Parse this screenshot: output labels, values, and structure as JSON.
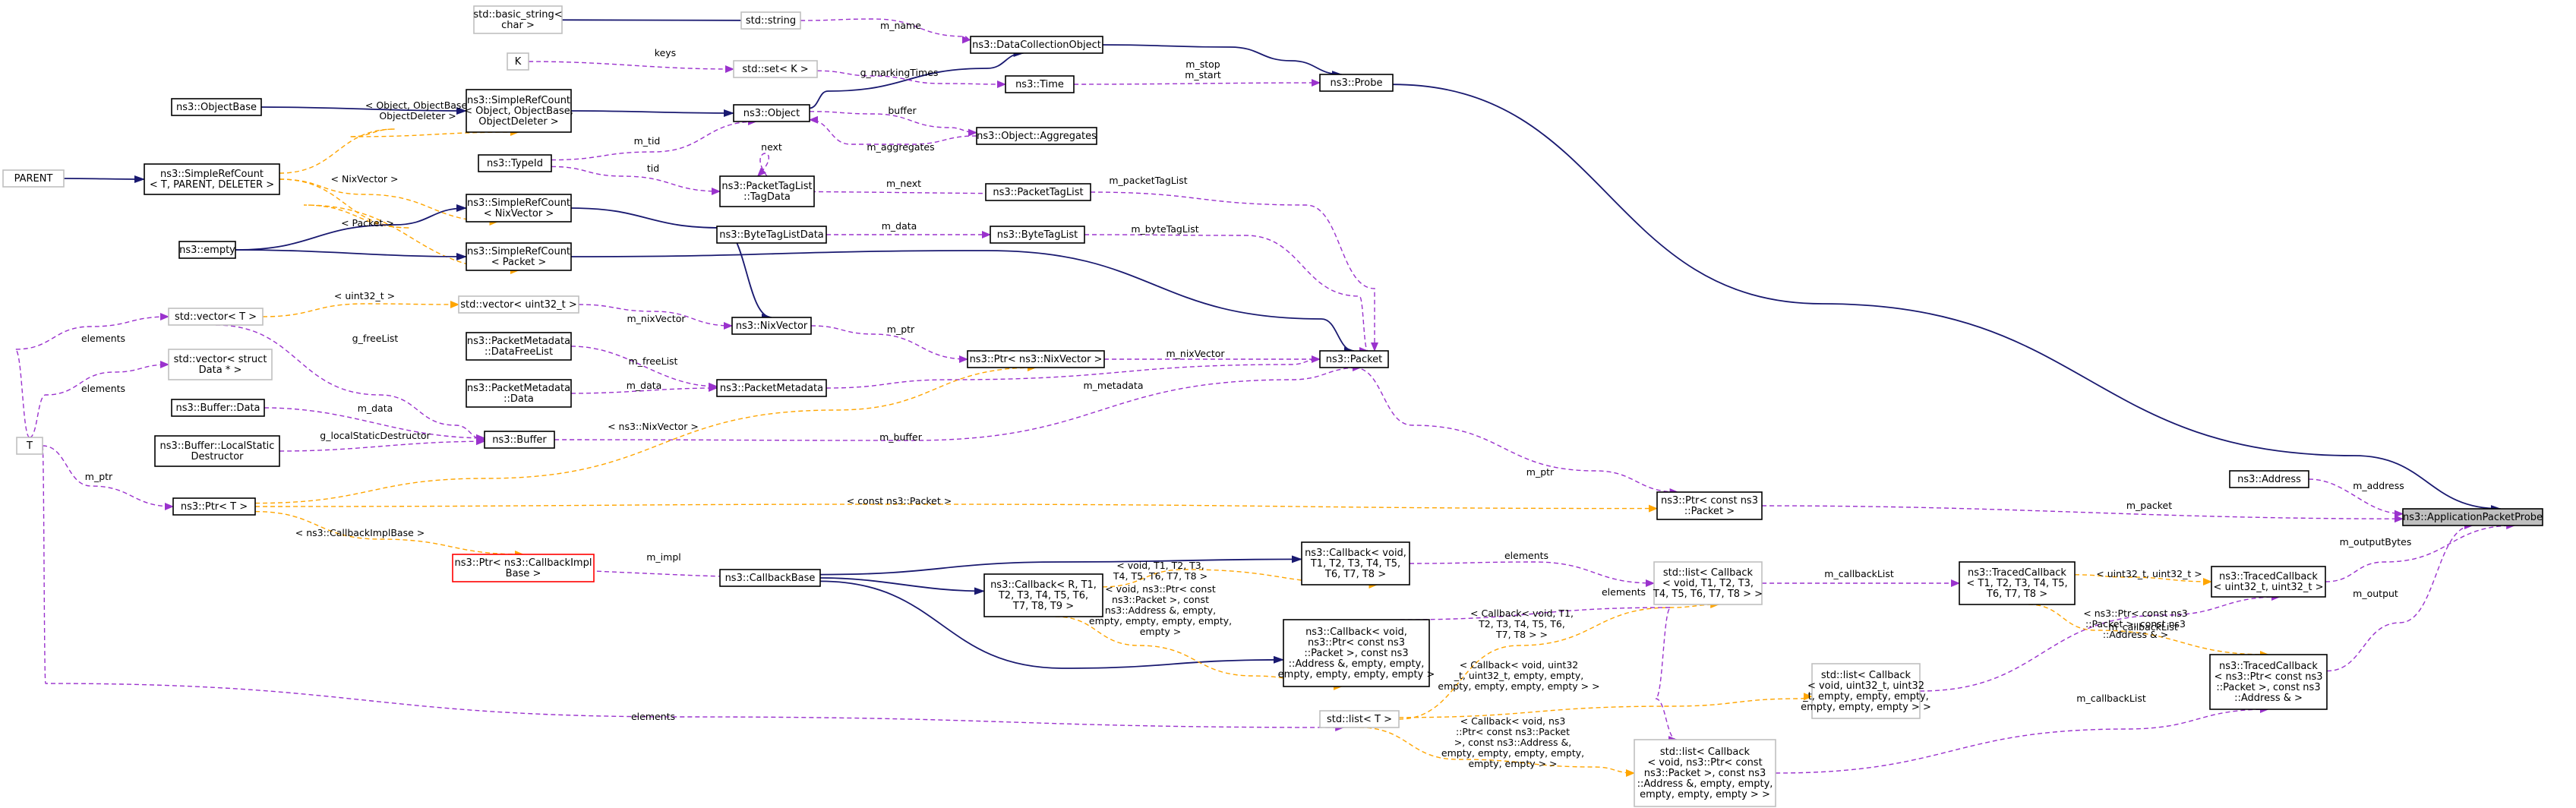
{
  "colors": {
    "inherit": "#191970",
    "usage": "#9a32cd",
    "template": "#ffa500",
    "box_black": "#000000",
    "box_gray": "#bfbfbf",
    "box_red": "#ff0000",
    "highlight_fill": "#bfbfbf"
  },
  "nodes": [
    {
      "id": "basic_string",
      "lines": [
        "std::basic_string<",
        "char >"
      ],
      "style": "gray"
    },
    {
      "id": "std_string",
      "lines": [
        "std::string"
      ],
      "style": "gray"
    },
    {
      "id": "DataCollectionObject",
      "lines": [
        "ns3::DataCollectionObject"
      ],
      "style": "black"
    },
    {
      "id": "K",
      "lines": [
        "K"
      ],
      "style": "gray"
    },
    {
      "id": "set_K",
      "lines": [
        "std::set< K >"
      ],
      "style": "gray"
    },
    {
      "id": "Time",
      "lines": [
        "ns3::Time"
      ],
      "style": "black"
    },
    {
      "id": "Probe",
      "lines": [
        "ns3::Probe"
      ],
      "style": "black"
    },
    {
      "id": "ObjectBase",
      "lines": [
        "ns3::ObjectBase"
      ],
      "style": "black"
    },
    {
      "id": "SRC_Object",
      "lines": [
        "ns3::SimpleRefCount",
        "< Object, ObjectBase,",
        "ObjectDeleter >"
      ],
      "style": "black"
    },
    {
      "id": "Object",
      "lines": [
        "ns3::Object"
      ],
      "style": "black"
    },
    {
      "id": "Aggregates",
      "lines": [
        "ns3::Object::Aggregates"
      ],
      "style": "black"
    },
    {
      "id": "PARENT",
      "lines": [
        "PARENT"
      ],
      "style": "gray"
    },
    {
      "id": "SRC_T",
      "lines": [
        "ns3::SimpleRefCount",
        "< T, PARENT, DELETER >"
      ],
      "style": "black"
    },
    {
      "id": "TypeId",
      "lines": [
        "ns3::TypeId"
      ],
      "style": "black"
    },
    {
      "id": "TagData",
      "lines": [
        "ns3::PacketTagList",
        "::TagData"
      ],
      "style": "black"
    },
    {
      "id": "PacketTagList",
      "lines": [
        "ns3::PacketTagList"
      ],
      "style": "black"
    },
    {
      "id": "SRC_NixVector",
      "lines": [
        "ns3::SimpleRefCount",
        "< NixVector >"
      ],
      "style": "black"
    },
    {
      "id": "empty",
      "lines": [
        "ns3::empty"
      ],
      "style": "black"
    },
    {
      "id": "SRC_Packet",
      "lines": [
        "ns3::SimpleRefCount",
        "< Packet >"
      ],
      "style": "black"
    },
    {
      "id": "ByteTagListData",
      "lines": [
        "ns3::ByteTagListData"
      ],
      "style": "black"
    },
    {
      "id": "ByteTagList",
      "lines": [
        "ns3::ByteTagList"
      ],
      "style": "black"
    },
    {
      "id": "vector_T",
      "lines": [
        "std::vector< T >"
      ],
      "style": "gray"
    },
    {
      "id": "vector_uint32",
      "lines": [
        "std::vector< uint32_t >"
      ],
      "style": "gray"
    },
    {
      "id": "NixVector",
      "lines": [
        "ns3::NixVector"
      ],
      "style": "black"
    },
    {
      "id": "vector_struct",
      "lines": [
        "std::vector< struct",
        "Data * >"
      ],
      "style": "gray"
    },
    {
      "id": "DataFreeList",
      "lines": [
        "ns3::PacketMetadata",
        "::DataFreeList"
      ],
      "style": "black"
    },
    {
      "id": "Ptr_NixVector",
      "lines": [
        "ns3::Ptr< ns3::NixVector >"
      ],
      "style": "black"
    },
    {
      "id": "Packet",
      "lines": [
        "ns3::Packet"
      ],
      "style": "black"
    },
    {
      "id": "PM_Data",
      "lines": [
        "ns3::PacketMetadata",
        "::Data"
      ],
      "style": "black"
    },
    {
      "id": "PacketMetadata",
      "lines": [
        "ns3::PacketMetadata"
      ],
      "style": "black"
    },
    {
      "id": "T",
      "lines": [
        "T"
      ],
      "style": "gray"
    },
    {
      "id": "Buffer_Data",
      "lines": [
        "ns3::Buffer::Data"
      ],
      "style": "black"
    },
    {
      "id": "LocalStatic",
      "lines": [
        "ns3::Buffer::LocalStatic",
        "Destructor"
      ],
      "style": "black"
    },
    {
      "id": "Buffer",
      "lines": [
        "ns3::Buffer"
      ],
      "style": "black"
    },
    {
      "id": "Ptr_T",
      "lines": [
        "ns3::Ptr< T >"
      ],
      "style": "black"
    },
    {
      "id": "Ptr_const_Packet",
      "lines": [
        "ns3::Ptr< const ns3",
        "::Packet >"
      ],
      "style": "black"
    },
    {
      "id": "Address",
      "lines": [
        "ns3::Address"
      ],
      "style": "black"
    },
    {
      "id": "AppPacketProbe",
      "lines": [
        "ns3::ApplicationPacketProbe"
      ],
      "style": "highlight"
    },
    {
      "id": "Ptr_CallbackImpl",
      "lines": [
        "ns3::Ptr< ns3::CallbackImpl",
        "Base >"
      ],
      "style": "red"
    },
    {
      "id": "CallbackBase",
      "lines": [
        "ns3::CallbackBase"
      ],
      "style": "black"
    },
    {
      "id": "Callback_void_T",
      "lines": [
        "ns3::Callback< void,",
        "T1, T2, T3, T4, T5,",
        "T6, T7, T8 >"
      ],
      "style": "black"
    },
    {
      "id": "Callback_R_T",
      "lines": [
        "ns3::Callback< R, T1,",
        "T2, T3, T4, T5, T6,",
        "T7, T8, T9 >"
      ],
      "style": "black"
    },
    {
      "id": "Callback_void_Packet",
      "lines": [
        "ns3::Callback< void,",
        "ns3::Ptr< const ns3",
        "::Packet >, const ns3",
        "::Address &, empty, empty,",
        "empty, empty, empty, empty >"
      ],
      "style": "black"
    },
    {
      "id": "list_Callback_T",
      "lines": [
        "std::list< Callback",
        "< void, T1, T2, T3,",
        "T4, T5, T6, T7, T8 > >"
      ],
      "style": "gray"
    },
    {
      "id": "TracedCallback_T",
      "lines": [
        "ns3::TracedCallback",
        "< T1, T2, T3, T4, T5,",
        "T6, T7, T8 >"
      ],
      "style": "black"
    },
    {
      "id": "TracedCallback_uint32",
      "lines": [
        "ns3::TracedCallback",
        "< uint32_t, uint32_t >"
      ],
      "style": "black"
    },
    {
      "id": "list_Callback_uint32",
      "lines": [
        "std::list< Callback",
        "< void, uint32_t, uint32",
        "_t, empty, empty, empty,",
        "empty, empty, empty > >"
      ],
      "style": "gray"
    },
    {
      "id": "TracedCallback_Packet",
      "lines": [
        "ns3::TracedCallback",
        "< ns3::Ptr< const ns3",
        "::Packet >, const ns3",
        "::Address & >"
      ],
      "style": "black"
    },
    {
      "id": "list_T",
      "lines": [
        "std::list< T >"
      ],
      "style": "gray"
    },
    {
      "id": "list_Callback_Packet",
      "lines": [
        "std::list< Callback",
        "< void, ns3::Ptr< const",
        "ns3::Packet >, const ns3",
        "::Address &, empty, empty,",
        "empty, empty, empty > >"
      ],
      "style": "gray"
    }
  ],
  "edges": [
    {
      "from": "basic_string",
      "to": "std_string",
      "kind": "inherit"
    },
    {
      "from": "std_string",
      "to": "DataCollectionObject",
      "kind": "usage",
      "label": [
        "m_name"
      ]
    },
    {
      "from": "DataCollectionObject",
      "to": "Probe",
      "kind": "inherit"
    },
    {
      "from": "Object",
      "to": "DataCollectionObject",
      "kind": "inherit"
    },
    {
      "from": "K",
      "to": "set_K",
      "kind": "usage",
      "label": [
        "keys"
      ]
    },
    {
      "from": "set_K",
      "to": "Time",
      "kind": "usage",
      "label": [
        "g_markingTimes"
      ]
    },
    {
      "from": "Time",
      "to": "Probe",
      "kind": "usage",
      "label": [
        "m_stop",
        "m_start"
      ]
    },
    {
      "from": "ObjectBase",
      "to": "SRC_Object",
      "kind": "inherit"
    },
    {
      "from": "SRC_Object",
      "to": "Object",
      "kind": "inherit"
    },
    {
      "from": "SRC_T",
      "to": "SRC_Object",
      "kind": "template",
      "label": [
        "< Object, ObjectBase,",
        "ObjectDeleter >"
      ]
    },
    {
      "from": "Object",
      "to": "Aggregates",
      "kind": "usage",
      "label": [
        "buffer"
      ]
    },
    {
      "from": "Aggregates",
      "to": "Object",
      "kind": "usage",
      "label": [
        "m_aggregates"
      ]
    },
    {
      "from": "TypeId",
      "to": "Object",
      "kind": "usage",
      "label": [
        "m_tid"
      ]
    },
    {
      "from": "PARENT",
      "to": "SRC_T",
      "kind": "inherit"
    },
    {
      "from": "TypeId",
      "to": "TagData",
      "kind": "usage",
      "label": [
        "tid"
      ]
    },
    {
      "from": "TagData",
      "to": "TagData",
      "kind": "usage",
      "label": [
        "next"
      ]
    },
    {
      "from": "TagData",
      "to": "PacketTagList",
      "kind": "usage",
      "label": [
        "m_next"
      ]
    },
    {
      "from": "SRC_T",
      "to": "SRC_NixVector",
      "kind": "template",
      "label": [
        "< NixVector >"
      ]
    },
    {
      "from": "SRC_T",
      "to": "SRC_Packet",
      "kind": "template",
      "label": [
        "< Packet >"
      ]
    },
    {
      "from": "empty",
      "to": "SRC_NixVector",
      "kind": "inherit"
    },
    {
      "from": "empty",
      "to": "SRC_Packet",
      "kind": "inherit"
    },
    {
      "from": "SRC_NixVector",
      "to": "NixVector",
      "kind": "inherit"
    },
    {
      "from": "SRC_Packet",
      "to": "Packet",
      "kind": "inherit"
    },
    {
      "from": "PacketTagList",
      "to": "Packet",
      "kind": "usage",
      "label": [
        "m_packetTagList"
      ]
    },
    {
      "from": "ByteTagListData",
      "to": "ByteTagList",
      "kind": "usage",
      "label": [
        "m_data"
      ]
    },
    {
      "from": "ByteTagList",
      "to": "Packet",
      "kind": "usage",
      "label": [
        "m_byteTagList"
      ]
    },
    {
      "from": "vector_T",
      "to": "vector_uint32",
      "kind": "template",
      "label": [
        "< uint32_t >"
      ]
    },
    {
      "from": "vector_uint32",
      "to": "NixVector",
      "kind": "usage",
      "label": [
        "m_nixVector"
      ]
    },
    {
      "from": "vector_T",
      "to": "Buffer",
      "kind": "usage",
      "label": [
        "g_freeList"
      ]
    },
    {
      "from": "T",
      "to": "vector_T",
      "kind": "usage",
      "label": [
        "elements"
      ]
    },
    {
      "from": "T",
      "to": "vector_struct",
      "kind": "usage",
      "label": [
        "elements"
      ]
    },
    {
      "from": "NixVector",
      "to": "Ptr_NixVector",
      "kind": "usage",
      "label": [
        "m_ptr"
      ]
    },
    {
      "from": "Ptr_NixVector",
      "to": "Packet",
      "kind": "usage",
      "label": [
        "m_nixVector"
      ]
    },
    {
      "from": "DataFreeList",
      "to": "PacketMetadata",
      "kind": "usage",
      "label": [
        "m_freeList"
      ]
    },
    {
      "from": "PM_Data",
      "to": "PacketMetadata",
      "kind": "usage",
      "label": [
        "m_data"
      ]
    },
    {
      "from": "PacketMetadata",
      "to": "Packet",
      "kind": "usage",
      "label": [
        "m_metadata"
      ]
    },
    {
      "from": "Buffer_Data",
      "to": "Buffer",
      "kind": "usage",
      "label": [
        "m_data"
      ]
    },
    {
      "from": "LocalStatic",
      "to": "Buffer",
      "kind": "usage",
      "label": [
        "g_localStaticDestructor"
      ]
    },
    {
      "from": "Buffer",
      "to": "Packet",
      "kind": "usage",
      "label": [
        "m_buffer"
      ]
    },
    {
      "from": "Ptr_T",
      "to": "Ptr_NixVector",
      "kind": "template",
      "label": [
        "< ns3::NixVector >"
      ]
    },
    {
      "from": "T",
      "to": "Ptr_T",
      "kind": "usage",
      "label": [
        "m_ptr"
      ]
    },
    {
      "from": "Packet",
      "to": "Ptr_const_Packet",
      "kind": "usage",
      "label": [
        "m_ptr"
      ]
    },
    {
      "from": "Ptr_T",
      "to": "Ptr_const_Packet",
      "kind": "template",
      "label": [
        "< const ns3::Packet >"
      ]
    },
    {
      "from": "Ptr_const_Packet",
      "to": "AppPacketProbe",
      "kind": "usage",
      "label": [
        "m_packet"
      ]
    },
    {
      "from": "Probe",
      "to": "AppPacketProbe",
      "kind": "inherit"
    },
    {
      "from": "Address",
      "to": "AppPacketProbe",
      "kind": "usage",
      "label": [
        "m_address"
      ]
    },
    {
      "from": "Ptr_T",
      "to": "Ptr_CallbackImpl",
      "kind": "template",
      "label": [
        "< ns3::CallbackImplBase >"
      ]
    },
    {
      "from": "Ptr_CallbackImpl",
      "to": "CallbackBase",
      "kind": "usage",
      "label": [
        "m_impl"
      ]
    },
    {
      "from": "CallbackBase",
      "to": "Callback_void_T",
      "kind": "inherit"
    },
    {
      "from": "CallbackBase",
      "to": "Callback_R_T",
      "kind": "inherit"
    },
    {
      "from": "CallbackBase",
      "to": "Callback_void_Packet",
      "kind": "inherit"
    },
    {
      "from": "Callback_R_T",
      "to": "Callback_void_T",
      "kind": "template",
      "label": [
        "< void, T1, T2, T3,",
        "T4, T5, T6, T7, T8 >"
      ]
    },
    {
      "from": "Callback_R_T",
      "to": "Callback_void_Packet",
      "kind": "template",
      "label": [
        "< void, ns3::Ptr< const",
        "ns3::Packet >, const",
        "ns3::Address &, empty,",
        "empty, empty, empty, empty,",
        "empty >"
      ]
    },
    {
      "from": "Callback_void_T",
      "to": "list_Callback_T",
      "kind": "usage",
      "label": [
        "elements"
      ]
    },
    {
      "from": "list_Callback_T",
      "to": "TracedCallback_T",
      "kind": "usage",
      "label": [
        "m_callbackList"
      ]
    },
    {
      "from": "TracedCallback_T",
      "to": "TracedCallback_uint32",
      "kind": "template",
      "label": [
        "< uint32_t, uint32_t >"
      ]
    },
    {
      "from": "TracedCallback_T",
      "to": "TracedCallback_Packet",
      "kind": "template",
      "label": [
        "< ns3::Ptr< const ns3",
        "::Packet >, const ns3",
        "::Address & >"
      ]
    },
    {
      "from": "TracedCallback_uint32",
      "to": "AppPacketProbe",
      "kind": "usage",
      "label": [
        "m_outputBytes"
      ]
    },
    {
      "from": "TracedCallback_Packet",
      "to": "AppPacketProbe",
      "kind": "usage",
      "label": [
        "m_output"
      ]
    },
    {
      "from": "list_Callback_uint32",
      "to": "TracedCallback_uint32",
      "kind": "usage",
      "label": [
        "m_callbackList"
      ]
    },
    {
      "from": "list_Callback_Packet",
      "to": "TracedCallback_Packet",
      "kind": "usage",
      "label": [
        "m_callbackList"
      ]
    },
    {
      "from": "T",
      "to": "list_T",
      "kind": "usage",
      "label": [
        "elements"
      ]
    },
    {
      "from": "list_T",
      "to": "list_Callback_T",
      "kind": "template",
      "label": [
        "< Callback< void, T1,",
        "T2, T3, T4, T5, T6,",
        "T7, T8 > >"
      ]
    },
    {
      "from": "list_T",
      "to": "list_Callback_uint32",
      "kind": "template",
      "label": [
        "< Callback< void, uint32",
        "_t, uint32_t, empty, empty,",
        "empty, empty, empty, empty > >"
      ]
    },
    {
      "from": "list_T",
      "to": "list_Callback_Packet",
      "kind": "template",
      "label": [
        "< Callback< void, ns3",
        "::Ptr< const ns3::Packet",
        ">, const ns3::Address &,",
        "empty, empty, empty, empty,",
        "empty, empty > >"
      ]
    },
    {
      "from": "Callback_void_Packet",
      "to": "list_Callback_Packet",
      "kind": "usage",
      "label": [
        "elements"
      ]
    }
  ]
}
